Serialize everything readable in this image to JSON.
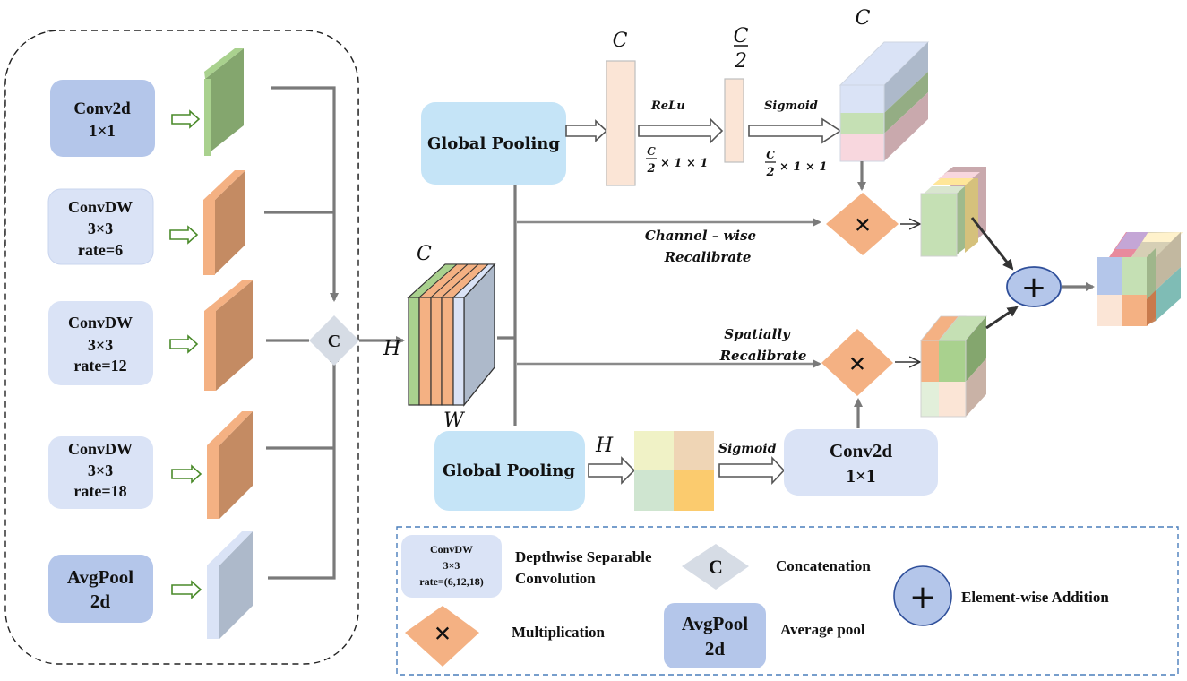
{
  "left_branch": {
    "blocks": [
      {
        "lines": [
          "Conv2d",
          "1×1"
        ],
        "color": "#b4c6ea",
        "feature_color": "green"
      },
      {
        "lines": [
          "ConvDW",
          "3×3",
          "rate=6"
        ],
        "color": "#dae3f6",
        "feature_color": "orange"
      },
      {
        "lines": [
          "ConvDW",
          "3×3",
          "rate=12"
        ],
        "color": "#dae3f6",
        "feature_color": "orange"
      },
      {
        "lines": [
          "ConvDW",
          "3×3",
          "rate=18"
        ],
        "color": "#dae3f6",
        "feature_color": "orange"
      },
      {
        "lines": [
          "AvgPool",
          "2d"
        ],
        "color": "#b4c6ea",
        "feature_color": "lightblue"
      }
    ],
    "concat_label": "C"
  },
  "feature_cube": {
    "label_c": "C",
    "label_h": "H",
    "label_w": "W"
  },
  "channel_branch": {
    "global_pooling": "Global Pooling",
    "label_c_top": "C",
    "relu": "ReLu",
    "dim1": {
      "num": "C",
      "den": "2",
      "rest": "× 1 × 1"
    },
    "half_num": "C",
    "half_den": "2",
    "sigmoid": "Sigmoid",
    "dim2": {
      "num": "C",
      "den": "2",
      "rest": "× 1 × 1"
    },
    "label_c_cube": "C",
    "recalibrate_line1": "Channel – wise",
    "recalibrate_line2": "Recalibrate"
  },
  "spatial_branch": {
    "global_pooling": "Global Pooling",
    "label_h": "H",
    "sigmoid": "Sigmoid",
    "conv_lines": [
      "Conv2d",
      "1×1"
    ],
    "recalibrate_line1": "Spatially",
    "recalibrate_line2": "Recalibrate"
  },
  "operators": {
    "multiply": "×",
    "add": "+"
  },
  "legend": {
    "items": [
      {
        "symbol_lines": [
          "ConvDW",
          "3×3",
          "rate=(6,12,18)"
        ],
        "label_lines": [
          "Depthwise Separable",
          "Convolution"
        ]
      },
      {
        "symbol": "C",
        "label_lines": [
          "Concatenation"
        ]
      },
      {
        "symbol": "+",
        "label_lines": [
          "Element-wise Addition"
        ]
      },
      {
        "symbol": "×",
        "label_lines": [
          "Multiplication"
        ]
      },
      {
        "symbol_lines": [
          "AvgPool",
          "2d"
        ],
        "label_lines": [
          "Average pool"
        ]
      }
    ]
  },
  "colors": {
    "block_dark": "#b4c6ea",
    "block_light": "#dae3f6",
    "pooling": "#c5e4f7",
    "multiply": "#f4b183",
    "add": "#b4c6ea",
    "concat": "#d6dce5",
    "legend_border": "#4a7ebb"
  }
}
